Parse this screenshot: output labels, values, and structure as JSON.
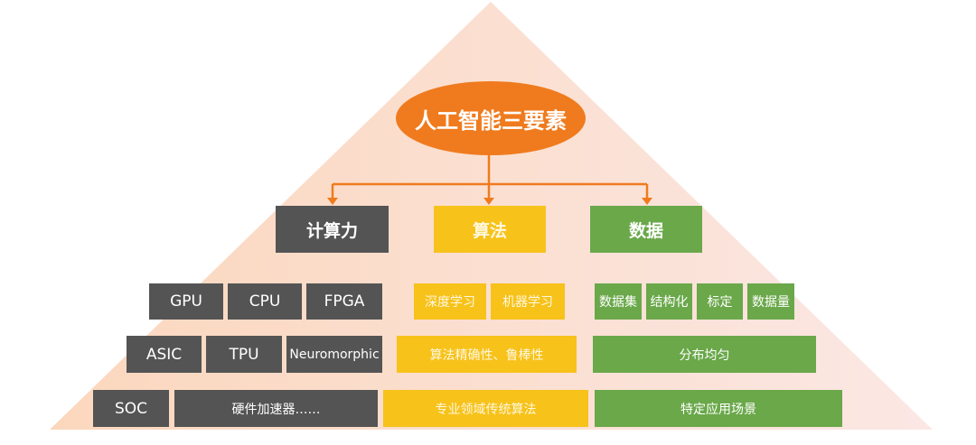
{
  "title": "人工智能三要素",
  "pillars": {
    "compute": "计算力",
    "algorithm": "算法",
    "data": "数据"
  },
  "compute_items": [
    "GPU",
    "CPU",
    "FPGA",
    "ASIC",
    "TPU",
    "Neuromorphic",
    "SOC",
    "硬件加速器……"
  ],
  "algorithm_items": [
    "深度学习",
    "机器学习",
    "算法精确性、鲁棒性",
    "专业领域传统算法"
  ],
  "data_items": [
    "数据集",
    "结构化",
    "标定",
    "数据量",
    "分布均匀",
    "特定应用场景"
  ],
  "colors": {
    "orange": "#ef7b1e",
    "dark": "#545454",
    "yellow": "#f7c21a",
    "green": "#6aa84a"
  }
}
